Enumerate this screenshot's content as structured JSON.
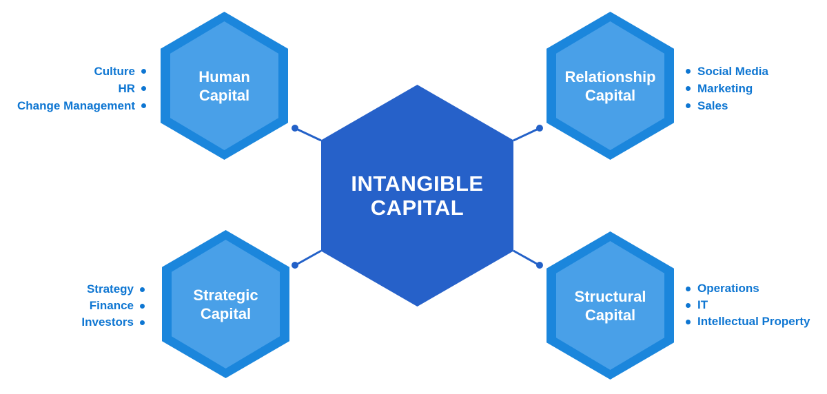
{
  "colors": {
    "background": "#ffffff",
    "center_fill": "#2661c9",
    "satellite_outer": "#1b86dc",
    "satellite_inner": "#49a0e8",
    "connector": "#2361c8",
    "label_text": "#0e76d2",
    "hex_text": "#ffffff"
  },
  "center": {
    "title_line1": "INTANGIBLE",
    "title_line2": "CAPITAL"
  },
  "satellites": [
    {
      "name": "Human Capital",
      "line1": "Human",
      "line2": "Capital",
      "items": [
        "Culture",
        "HR",
        "Change Management"
      ]
    },
    {
      "name": "Relationship Capital",
      "line1": "Relationship",
      "line2": "Capital",
      "items": [
        "Social Media",
        "Marketing",
        "Sales"
      ]
    },
    {
      "name": "Strategic Capital",
      "line1": "Strategic",
      "line2": "Capital",
      "items": [
        "Strategy",
        "Finance",
        "Investors"
      ]
    },
    {
      "name": "Structural Capital",
      "line1": "Structural",
      "line2": "Capital",
      "items": [
        "Operations",
        "IT",
        "Intellectual Property"
      ]
    }
  ]
}
